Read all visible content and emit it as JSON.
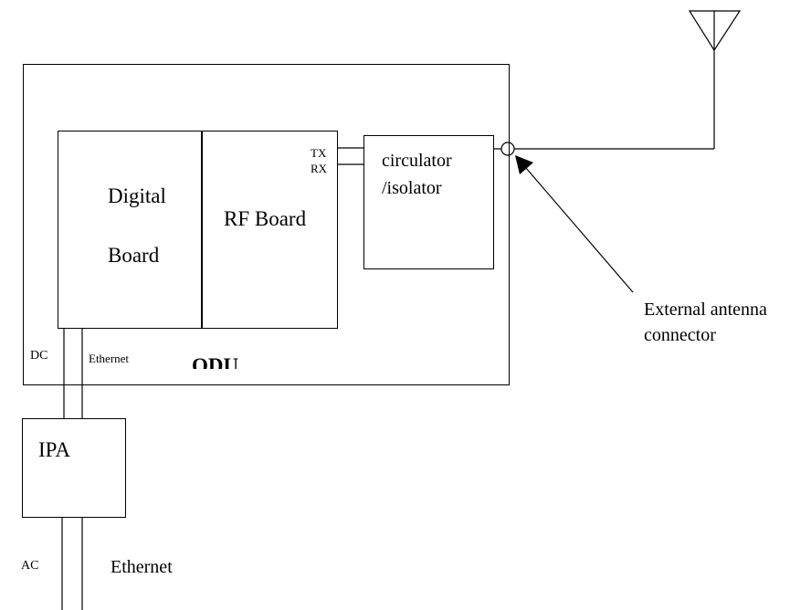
{
  "labels": {
    "digital_line1": "Digital",
    "digital_line2": "Board",
    "rf_board": "RF Board",
    "tx": "TX",
    "rx": "RX",
    "circulator_line1": "circulator",
    "circulator_line2": "/isolator",
    "external_line1": "External antenna",
    "external_line2": "connector",
    "odu": "ODU",
    "dc": "DC",
    "ethernet_inner": "Ethernet",
    "ipa": "IPA",
    "ac": "AC",
    "ethernet_outer": "Ethernet"
  }
}
